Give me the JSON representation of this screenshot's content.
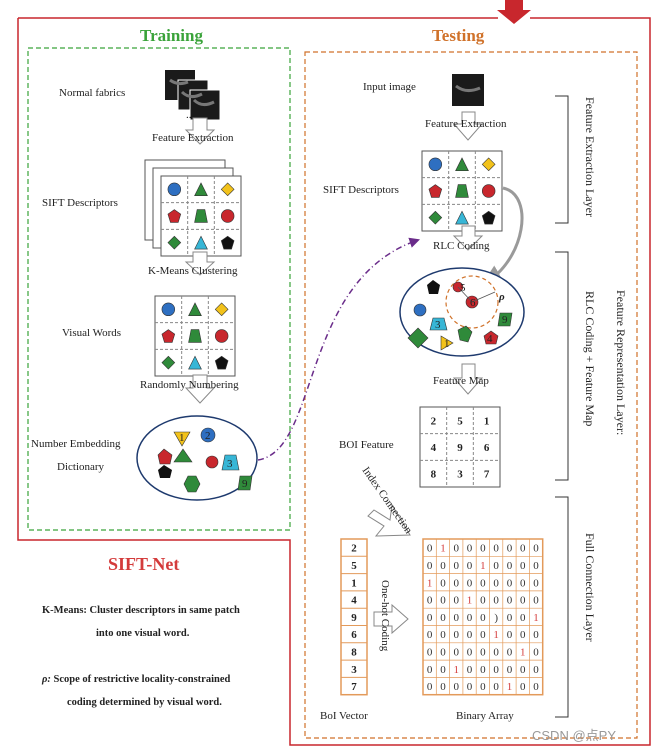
{
  "training": {
    "title": "Training",
    "normal_fabrics": "Normal fabrics",
    "ellipsis": "...",
    "feature_extraction": "Feature Extraction",
    "sift_descriptors": "SIFT Descriptors",
    "kmeans_clustering": "K-Means Clustering",
    "visual_words": "Visual Words",
    "randomly_numbering": "Randomly Numbering",
    "number_embedding_line1": "Number Embedding",
    "number_embedding_line2": "Dictionary",
    "dictionary_numbers": [
      "1",
      "2",
      "3",
      "9"
    ]
  },
  "testing": {
    "title": "Testing",
    "input_image": "Input image",
    "feature_extraction": "Feature Extraction",
    "sift_descriptors": "SIFT Descriptors",
    "rlc_coding": "RLC Coding",
    "rho": "ρ",
    "feature_map": "Feature Map",
    "boi_feature": "BOI Feature",
    "boi_grid": [
      "2",
      "5",
      "1",
      "4",
      "9",
      "6",
      "8",
      "3",
      "7"
    ],
    "index_connection": "Index Connection",
    "boi_vector_label": "BoI Vector",
    "boi_vector": [
      "2",
      "5",
      "1",
      "4",
      "9",
      "6",
      "8",
      "3",
      "7"
    ],
    "one_hot_coding": "One-hot Coding",
    "binary_array_label": "Binary Array",
    "binary_array": [
      "010000000",
      "000010000",
      "100000000",
      "000100000",
      "00000)001",
      "000001000",
      "000000010",
      "001000000",
      "000000100"
    ],
    "map_numbers": [
      "1",
      "3",
      "4",
      "5",
      "9"
    ],
    "map_center_number": "6"
  },
  "layers": {
    "feature_extraction_layer": "Feature Extraction Layer",
    "feature_representation_layer": "Feature Representation Layer:",
    "rlc_feature_map": "RLC Coding + Feature Map",
    "full_connection_layer": "Full Connection Layer"
  },
  "siftnet": {
    "title": "SIFT-Net",
    "kmeans_bold": "K-Means:",
    "kmeans_text": " Cluster descriptors in same patch",
    "kmeans_text2": "into one visual word.",
    "rho_bold": "ρ:",
    "rho_text": "  Scope of restrictive locality-constrained",
    "rho_text2": "coding determined by visual word."
  },
  "watermark": "CSDN @点PY",
  "colors": {
    "training_green": "#3aa33a",
    "testing_orange": "#d0722a",
    "border_red": "#c8272d",
    "shape_blue": "#2e6fc1",
    "shape_green": "#2f8a3a",
    "shape_red": "#c8272d",
    "shape_yellow": "#f2c21b",
    "shape_cyan": "#37b6d6",
    "shape_black": "#111111"
  }
}
